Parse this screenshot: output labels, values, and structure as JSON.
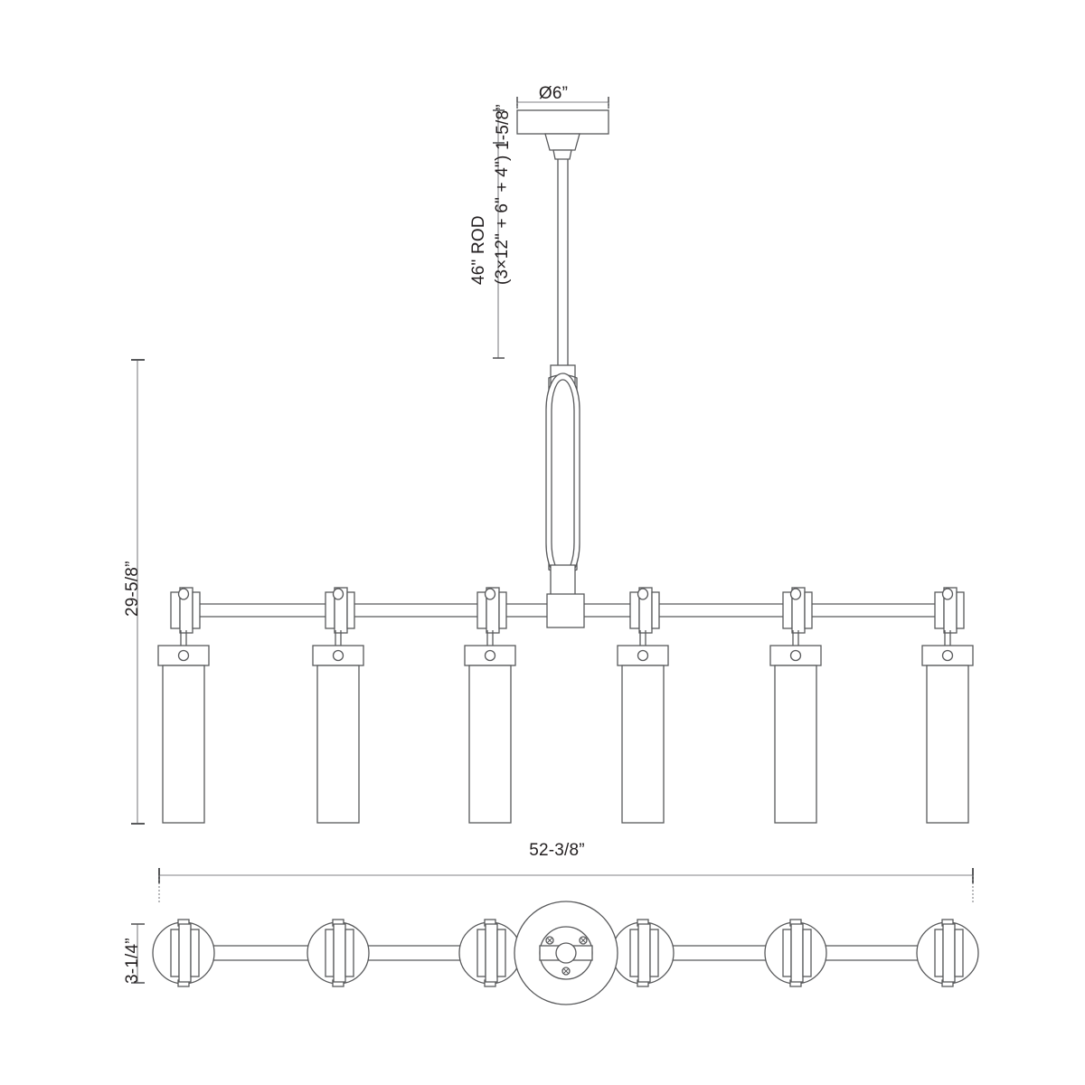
{
  "drawing": {
    "title": "Linear chandelier dimension drawing",
    "product_type": "6-light linear chandelier",
    "line_color": "#58595b",
    "dim_line_color": "#808285",
    "text_color": "#231f20",
    "background": "#ffffff",
    "views": [
      {
        "name": "front-elevation",
        "label": ""
      },
      {
        "name": "top-plan",
        "label": ""
      }
    ],
    "light_count": 6
  },
  "dimensions": {
    "canopy_diameter": "Ø6”",
    "canopy_height": "1-5/8”",
    "rod_line1": "46\" ROD",
    "rod_line2": "(3×12\" + 6\" + 4\")",
    "overall_height": "29-5/8”",
    "overall_width": "52-3/8”",
    "depth": "3-1/4”"
  }
}
